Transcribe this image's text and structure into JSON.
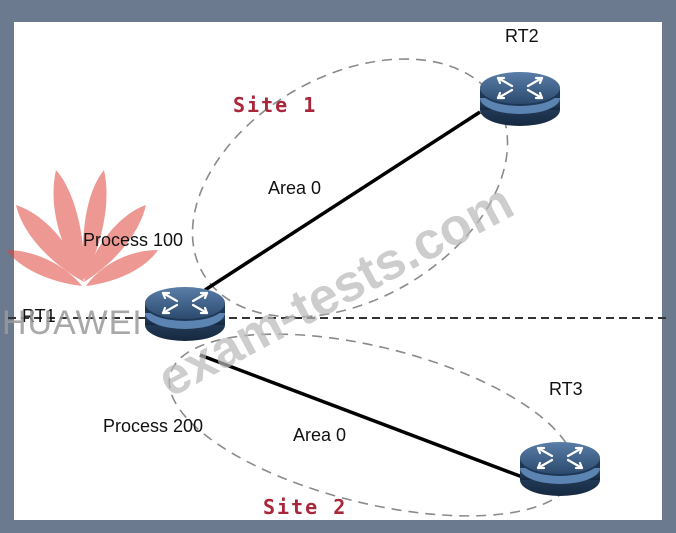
{
  "frame_color": "#6b7a8f",
  "canvas_color": "#ffffff",
  "watermark": {
    "brand_text": "HUAWEI",
    "site_text": "exam-tests.com",
    "logo_color": "#e0443c"
  },
  "routers": {
    "rt1": {
      "label": "RT1"
    },
    "rt2": {
      "label": "RT2"
    },
    "rt3": {
      "label": "RT3"
    }
  },
  "sites": {
    "site1": {
      "label": "Site 1"
    },
    "site2": {
      "label": "Site 2"
    }
  },
  "links": {
    "rt1_rt2": {
      "area_label": "Area 0"
    },
    "rt1_rt3": {
      "area_label": "Area 0"
    }
  },
  "processes": {
    "p100": {
      "label": "Process 100"
    },
    "p200": {
      "label": "Process 200"
    }
  },
  "colors": {
    "site_label": "#a8273a",
    "router_body": "#2a4666",
    "link": "#000000",
    "dashed": "#8a8a8a"
  }
}
